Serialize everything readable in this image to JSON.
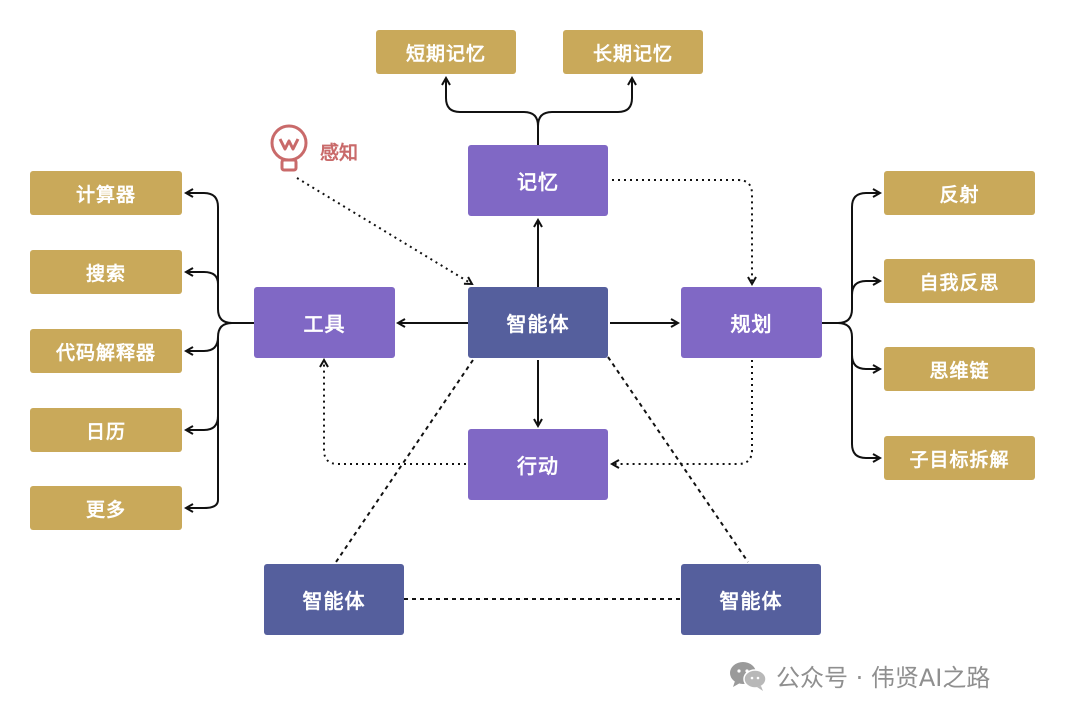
{
  "memory": {
    "short_term": "短期记忆",
    "long_term": "长期记忆",
    "label": "记忆"
  },
  "perception": {
    "label": "感知"
  },
  "center": {
    "label": "智能体"
  },
  "tools": {
    "label": "工具",
    "items": [
      "计算器",
      "搜索",
      "代码解释器",
      "日历",
      "更多"
    ]
  },
  "planning": {
    "label": "规划",
    "items": [
      "反射",
      "自我反思",
      "思维链",
      "子目标拆解"
    ]
  },
  "action": {
    "label": "行动"
  },
  "peers": {
    "left": "智能体",
    "right": "智能体"
  },
  "footer": {
    "text": "公众号 · 伟贤AI之路"
  },
  "colors": {
    "gold": "#c9a95a",
    "purple": "#8068c5",
    "navy": "#555f9d",
    "perception": "#c96a6a",
    "line": "#111111"
  },
  "icons": [
    "lightbulb-icon",
    "wechat-icon"
  ]
}
